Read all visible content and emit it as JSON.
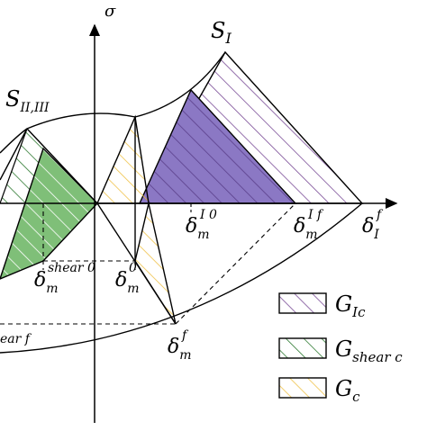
{
  "colors": {
    "purple_fill": "#8b78c4",
    "purple_hatch": "#7a4d97",
    "green_fill": "#71b26c",
    "green_hatch": "#2f7a32",
    "yellow_hatch": "#efc24a",
    "line": "#000000"
  },
  "labels": {
    "axis_sigma": "σ",
    "s_i": "S",
    "s_i_sub": "I",
    "s_23": "S",
    "s_23_sub": "II,III",
    "delta": "δ",
    "d_shear0_sub": "m",
    "d_shear0_sup": "shear 0",
    "d_m0_sub": "m",
    "d_m0_sup": "0",
    "d_i0_sub": "m",
    "d_i0_sup": "I 0",
    "d_if_sub": "m",
    "d_if_sup": "I f",
    "d_ifI_sub": "I",
    "d_ifI_sup": "f",
    "d_mf_sub": "m",
    "d_mf_sup": "f",
    "shear_f_fragment": "ear f"
  },
  "legend": [
    {
      "id": "gic",
      "label": "G",
      "sub": "Ic",
      "hatch": "purple"
    },
    {
      "id": "gshear",
      "label": "G",
      "sub": "shear c",
      "hatch": "green"
    },
    {
      "id": "gc",
      "label": "G",
      "sub": "c",
      "hatch": "yellow"
    }
  ]
}
